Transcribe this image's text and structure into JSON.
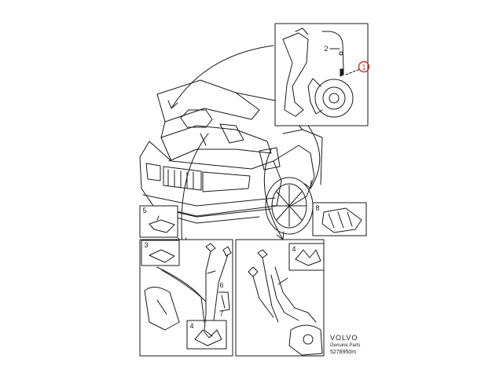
{
  "callouts": {
    "c1": "1",
    "c2": "2",
    "c3": "3",
    "c4a": "4",
    "c4b": "4",
    "c5": "5",
    "c6": "6",
    "c7": "7",
    "c8": "8"
  },
  "brand": {
    "name": "VOLVO",
    "sub": "Genuine Parts",
    "ref": "5278950m"
  },
  "colors": {
    "line": "#1a1a1a",
    "highlight": "#d9342b",
    "panel_bg": "#ffffff"
  }
}
